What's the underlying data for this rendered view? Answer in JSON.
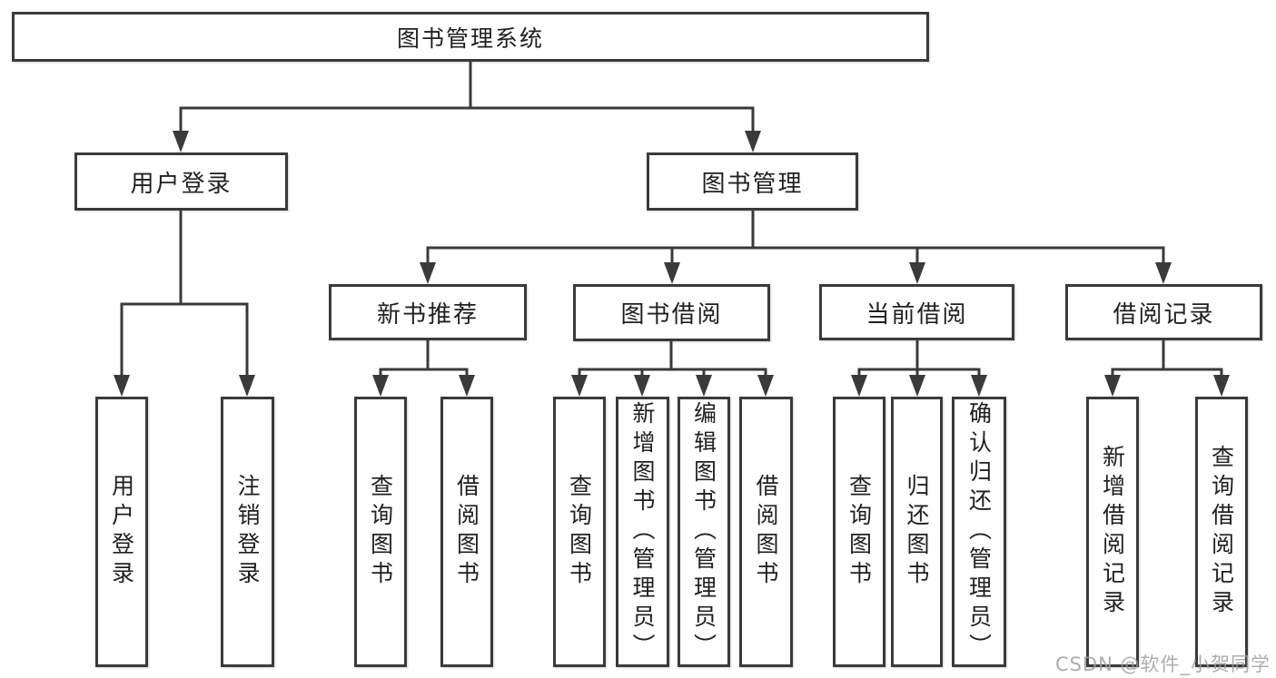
{
  "diagram": {
    "type": "org-tree",
    "root": {
      "label": "图书管理系统",
      "children": [
        {
          "label": "用户登录",
          "children": [
            {
              "label": "用户登录"
            },
            {
              "label": "注销登录"
            }
          ]
        },
        {
          "label": "图书管理",
          "children": [
            {
              "label": "新书推荐",
              "children": [
                {
                  "label": "查询图书"
                },
                {
                  "label": "借阅图书"
                }
              ]
            },
            {
              "label": "图书借阅",
              "children": [
                {
                  "label": "查询图书"
                },
                {
                  "label": "新增图书（管理员）"
                },
                {
                  "label": "编辑图书（管理员）"
                },
                {
                  "label": "借阅图书"
                }
              ]
            },
            {
              "label": "当前借阅",
              "children": [
                {
                  "label": "查询图书"
                },
                {
                  "label": "归还图书"
                },
                {
                  "label": "确认归还（管理员）"
                }
              ]
            },
            {
              "label": "借阅记录",
              "children": [
                {
                  "label": "新增借阅记录"
                },
                {
                  "label": "查询借阅记录"
                }
              ]
            }
          ]
        }
      ]
    }
  },
  "watermark": {
    "text": "CSDN @软件_小贺同学"
  },
  "colors": {
    "line": "#3a3a3a",
    "text": "#1f1f1f",
    "watermark": "#9f9f9f",
    "background": "#ffffff"
  }
}
